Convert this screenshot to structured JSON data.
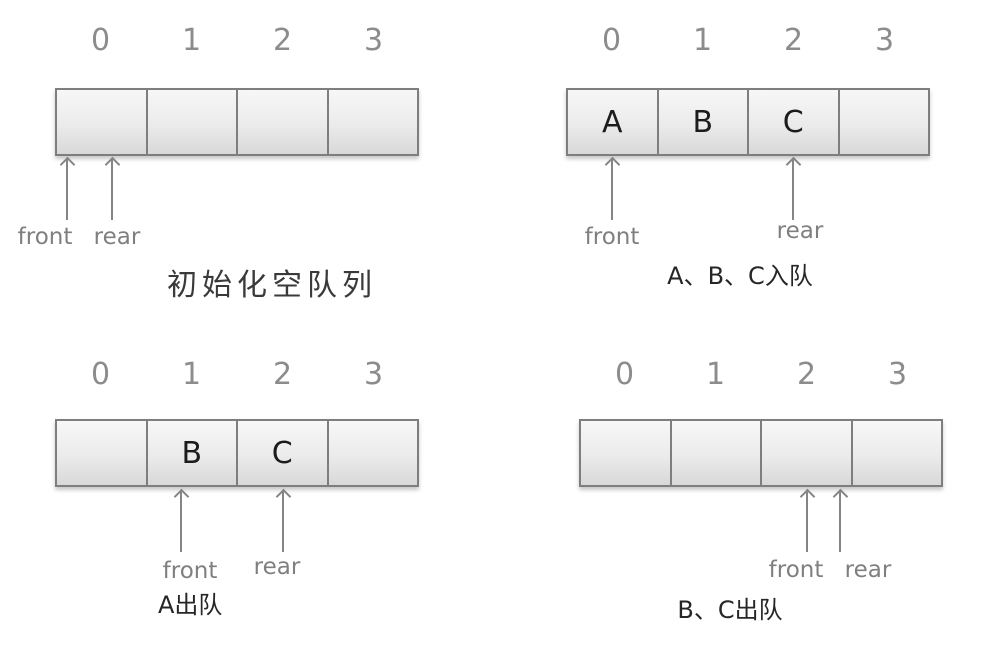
{
  "panels": [
    {
      "indices": [
        "0",
        "1",
        "2",
        "3"
      ],
      "cells": [
        "",
        "",
        "",
        ""
      ],
      "front_label": "front",
      "rear_label": "rear",
      "caption": "初始化空队列"
    },
    {
      "indices": [
        "0",
        "1",
        "2",
        "3"
      ],
      "cells": [
        "A",
        "B",
        "C",
        ""
      ],
      "front_label": "front",
      "rear_label": "rear",
      "caption": "A、B、C入队"
    },
    {
      "indices": [
        "0",
        "1",
        "2",
        "3"
      ],
      "cells": [
        "",
        "B",
        "C",
        ""
      ],
      "front_label": "front",
      "rear_label": "rear",
      "caption": "A出队"
    },
    {
      "indices": [
        "0",
        "1",
        "2",
        "3"
      ],
      "cells": [
        "",
        "",
        "",
        ""
      ],
      "front_label": "front",
      "rear_label": "rear",
      "caption": "B、C出队"
    }
  ],
  "colors": {
    "background": "#ffffff",
    "index_text": "#8c8c8c",
    "pointer": "#7f7f7f",
    "arrow": "#858585",
    "cell_border": "#7e7e7e",
    "cell_fill_top": "#f7f7f7",
    "cell_fill_bottom": "#d8d8d8",
    "cell_value_text": "#1c1c1c",
    "caption_text": "#262626"
  }
}
